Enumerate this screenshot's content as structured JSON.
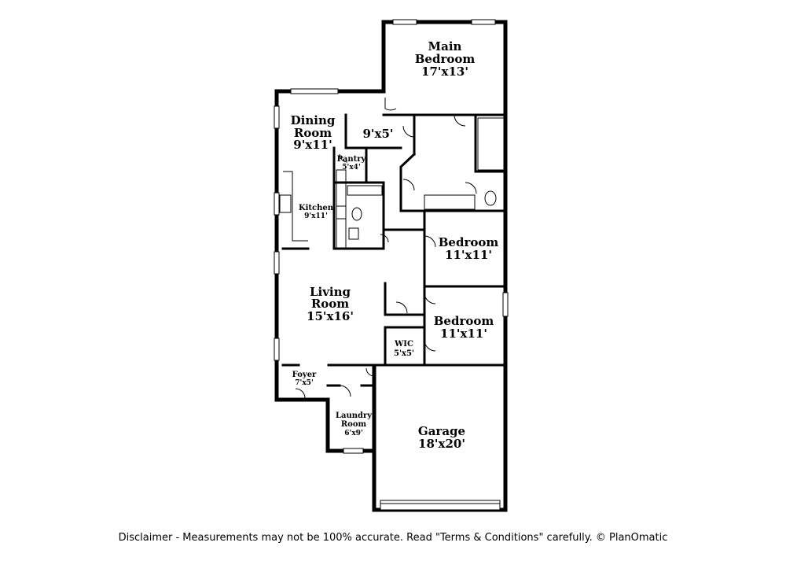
{
  "rooms": {
    "main_bedroom": {
      "name_line1": "Main",
      "name_line2": "Bedroom",
      "size": "17'x13'"
    },
    "dining": {
      "name_line1": "Dining",
      "name_line2": "Room",
      "size": "9'x11'"
    },
    "closet": {
      "size": "9'x5'"
    },
    "pantry": {
      "name": "Pantry",
      "size": "5'x4'"
    },
    "kitchen": {
      "name": "Kitchen",
      "size": "9'x11'"
    },
    "bedroom_upper": {
      "name": "Bedroom",
      "size": "11'x11'"
    },
    "living": {
      "name_line1": "Living",
      "name_line2": "Room",
      "size": "15'x16'"
    },
    "bedroom_lower": {
      "name": "Bedroom",
      "size": "11'x11'"
    },
    "wic": {
      "name": "WIC",
      "size": "5'x5'"
    },
    "foyer": {
      "name": "Foyer",
      "size": "7'x5'"
    },
    "laundry": {
      "name_line1": "Laundry",
      "name_line2": "Room",
      "size": "6'x9'"
    },
    "garage": {
      "name": "Garage",
      "size": "18'x20'"
    }
  },
  "disclaimer": "Disclaimer - Measurements may not be 100% accurate. Read \"Terms & Conditions\" carefully. © PlanOmatic"
}
